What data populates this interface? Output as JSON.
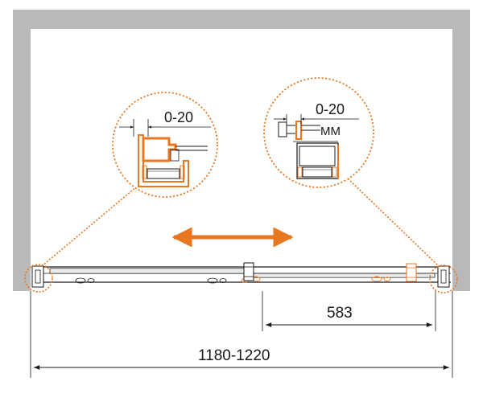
{
  "dimensions": {
    "overall_width": "1180-1220",
    "opening_width": "583"
  },
  "details": {
    "left_adjustment": "0-20",
    "right_adjustment": "0-20",
    "right_unit": "MM"
  },
  "colors": {
    "wall": "#b9b9b9",
    "accent": "#e87722",
    "line": "#1a1a1a"
  }
}
